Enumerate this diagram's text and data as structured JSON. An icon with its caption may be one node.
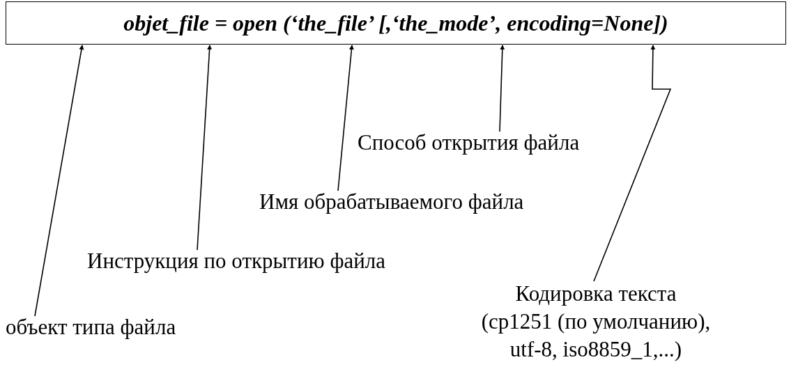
{
  "diagram": {
    "nodes": [
      {
        "text": [
          "objet_file = open (‘the_file’ [,‘the_mode’, encoding=None])"
        ]
      },
      {
        "text": [
          "объект типа файла"
        ]
      },
      {
        "text": [
          "Инструкция по открытию файла"
        ]
      },
      {
        "text": [
          "Имя обрабатываемого файла"
        ]
      },
      {
        "text": [
          "Способ открытия файла"
        ]
      },
      {
        "text": [
          "Кодировка текста (cp1251 (по умолчанию), utf-8, iso8859_1,...)"
        ]
      }
    ],
    "edges": [
      {
        "from": 1,
        "to": 0,
        "arrow": "to"
      },
      {
        "from": 2,
        "to": 0,
        "arrow": "to"
      },
      {
        "from": 3,
        "to": 0,
        "arrow": "to"
      },
      {
        "from": 4,
        "to": 0,
        "arrow": "to"
      },
      {
        "from": 5,
        "to": 0,
        "arrow": "to"
      }
    ]
  }
}
